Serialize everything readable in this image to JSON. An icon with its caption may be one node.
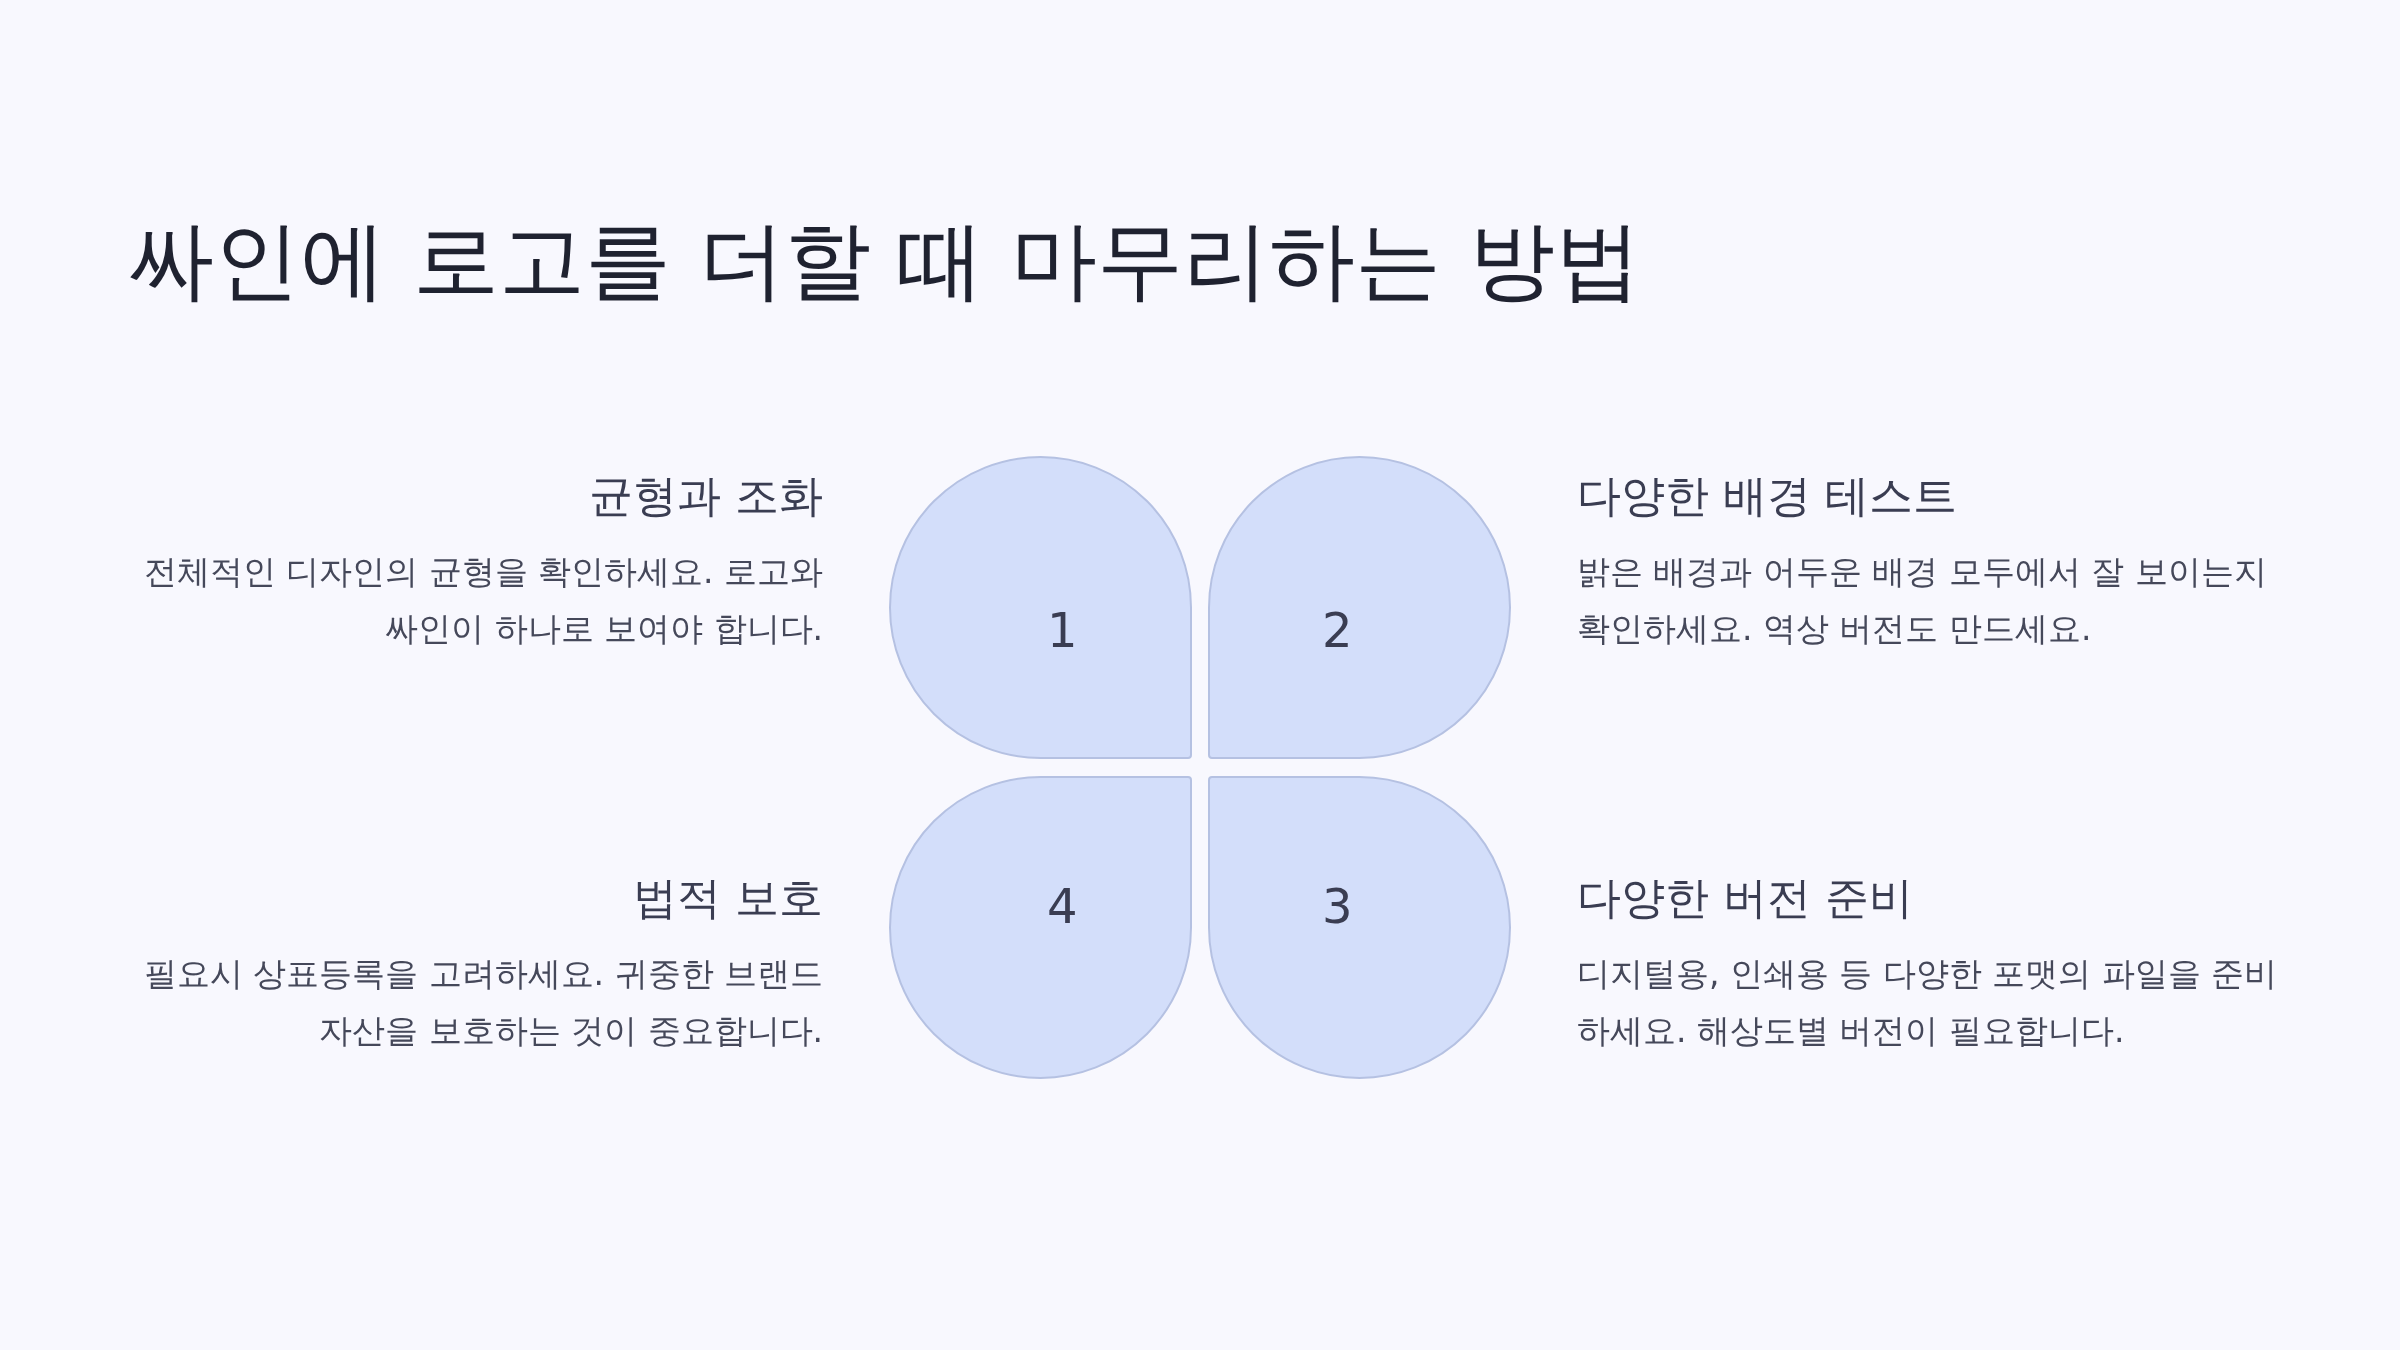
{
  "diagram": {
    "title": "싸인에 로고를 더할 때 마무리하는 방법",
    "nodes": [
      {
        "text": [
          "1"
        ],
        "beside": [
          "균형과 조화",
          "전체적인 디자인의 균형을 확인하세요. 로고와 싸인이 하나로 보여야 합니다."
        ]
      },
      {
        "text": [
          "2"
        ],
        "beside": [
          "다양한 배경 테스트",
          "밝은 배경과 어두운 배경 모두에서 잘 보이는지 확인하세요. 역상 버전도 만드세요."
        ]
      },
      {
        "text": [
          "3"
        ],
        "beside": [
          "다양한 버전 준비",
          "디지털용, 인쇄용 등 다양한 포맷의 파일을 준비하세요. 해상도별 버전이 필요합니다."
        ]
      },
      {
        "text": [
          "4"
        ],
        "beside": [
          "법적 보호",
          "필요시 상표등록을 고려하세요. 귀중한 브랜드 자산을 보호하는 것이 중요합니다."
        ]
      }
    ]
  }
}
